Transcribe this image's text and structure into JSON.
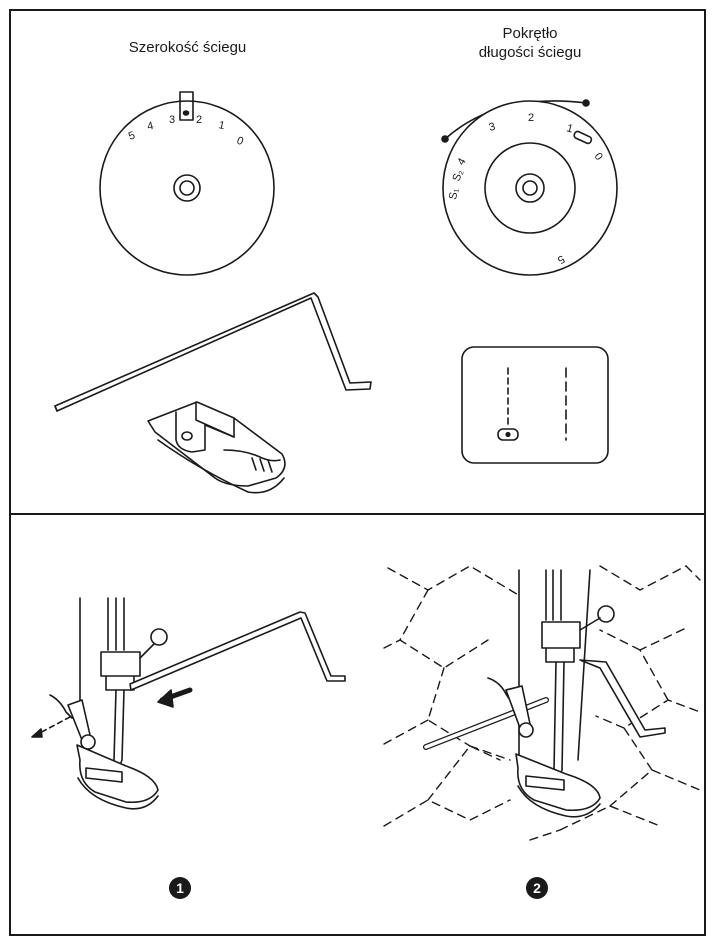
{
  "stitch_width": {
    "title": "Szerokość ściegu",
    "numbers": [
      "5",
      "4",
      "3",
      "2",
      "1",
      "0"
    ]
  },
  "stitch_length": {
    "title": "Pokrętło\ndługości ściegu",
    "numbers": [
      "3",
      "2",
      "1",
      "0",
      "S₁",
      "S₂",
      "4",
      "5"
    ]
  },
  "steps": [
    "1",
    "2"
  ],
  "colors": {
    "line": "#1a1a1a",
    "background": "#ffffff"
  }
}
